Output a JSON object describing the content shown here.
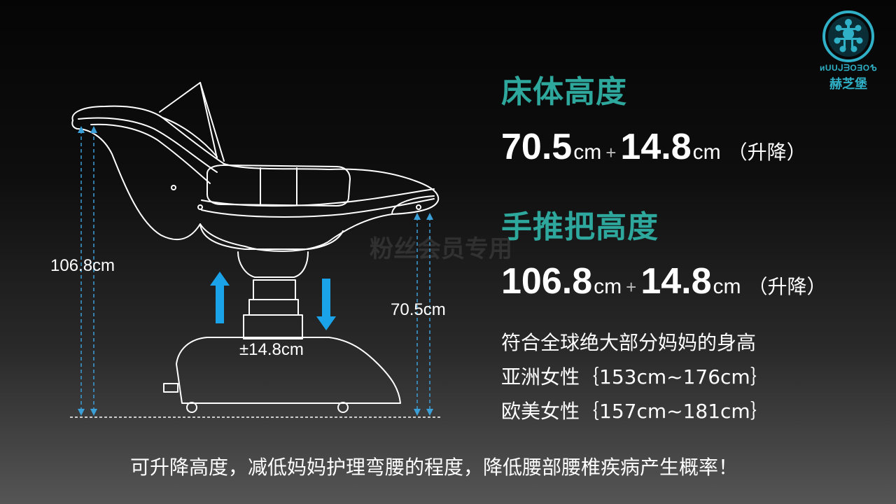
{
  "watermark": "粉丝会员专用",
  "logo": {
    "latin": "ᴎUUᒍᗱOƎOᕹ",
    "chinese": "赫芝堡",
    "color": "#2fb0c6"
  },
  "bed_height": {
    "title": "床体高度",
    "base": "70.5",
    "unit": "cm",
    "plus": "+",
    "delta": "14.8",
    "delta_unit": "cm",
    "note": "（升降）"
  },
  "handle_height": {
    "title": "手推把高度",
    "base": "106.8",
    "unit": "cm",
    "plus": "+",
    "delta": "14.8",
    "delta_unit": "cm",
    "note": "（升降）"
  },
  "fit_text": "符合全球绝大部分妈妈的身高",
  "asia": "亚洲女性｛153cm~176cm｝",
  "europe": "欧美女性｛157cm~181cm｝",
  "diagram": {
    "handle_dim": "106.8cm",
    "bed_dim": "70.5cm",
    "lift_dim": "±14.8cm",
    "arrow_color": "#1aa3e8",
    "dim_color": "#3b9fd8"
  },
  "footer": "可升降高度，减低妈妈护理弯腰的程度，降低腰部腰椎疾病产生概率！",
  "colors": {
    "heading": "#2ea79d"
  }
}
